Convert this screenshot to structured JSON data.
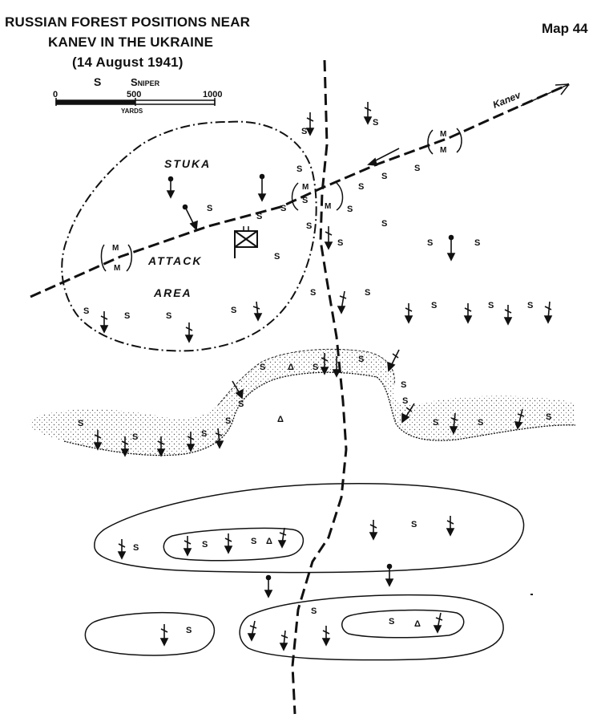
{
  "map": {
    "title_lines": [
      "RUSSIAN FOREST POSITIONS NEAR",
      "KANEV IN THE UKRAINE",
      "(14 August 1941)"
    ],
    "map_number": "Map 44",
    "legend": {
      "symbol": "S",
      "meaning": "Sniper",
      "scale_ticks": [
        "0",
        "500",
        "1000"
      ],
      "scale_unit": "YARDS"
    },
    "area_label_lines": [
      "STUKA",
      "ATTACK",
      "AREA"
    ],
    "road_label": "Kanev",
    "sniper_mark": "S",
    "mg_mark": "M",
    "observation_mark": "Δ",
    "colors": {
      "ink": "#111111",
      "paper": "#ffffff"
    }
  }
}
